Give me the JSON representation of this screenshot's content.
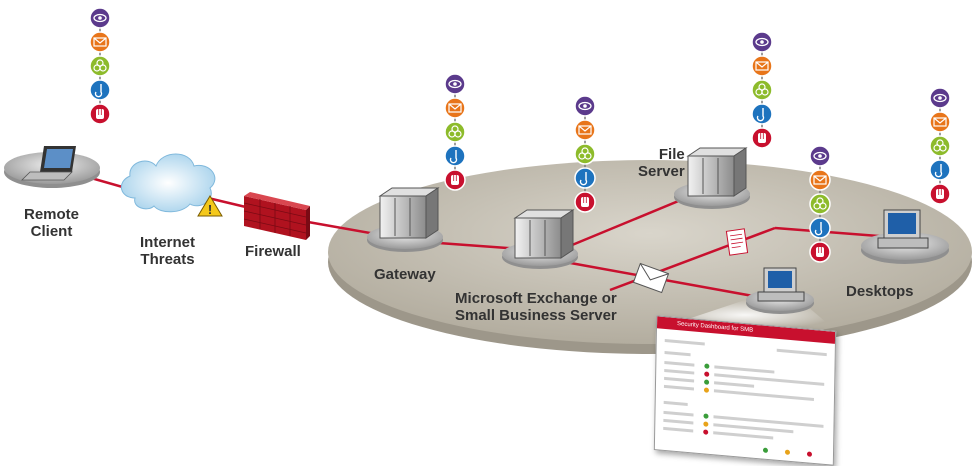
{
  "labels": {
    "remote_client": [
      "Remote",
      "Client"
    ],
    "internet_threats": [
      "Internet",
      "Threats"
    ],
    "firewall": "Firewall",
    "gateway": "Gateway",
    "exchange": [
      "Microsoft Exchange or",
      "Small Business Server"
    ],
    "file_server": [
      "File",
      "Server"
    ],
    "desktops": "Desktops"
  },
  "console": {
    "title": "Security Dashboard for SMB"
  },
  "colors": {
    "link": "#c8102e",
    "platform": "#b9b4a8",
    "icon_eye": "#5b3a8c",
    "icon_mail": "#e8751a",
    "icon_biohazard": "#8dbb2b",
    "icon_hook": "#1e73be",
    "icon_hand": "#c8102e"
  },
  "icon_stack_order": [
    "eye-icon",
    "envelope-icon",
    "biohazard-icon",
    "hook-icon",
    "hand-stop-icon"
  ]
}
